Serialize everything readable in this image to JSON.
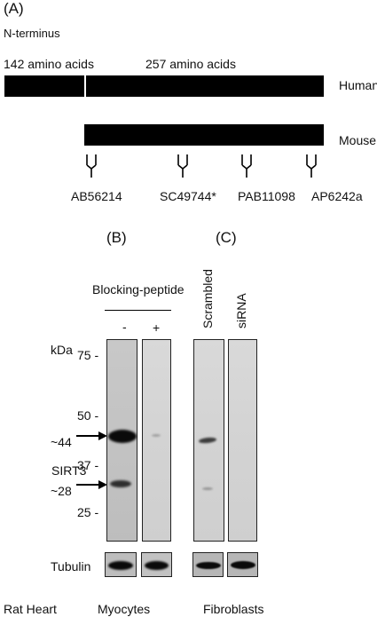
{
  "panel_a": {
    "label": "(A)",
    "n_terminus": "N-terminus",
    "segment_1_length": "142 amino acids",
    "segment_2_length": "257 amino acids",
    "human_label": "Human",
    "mouse_label": "Mouse",
    "antibodies": [
      "AB56214",
      "SC49744*",
      "PAB11098",
      "AP6242a"
    ]
  },
  "panel_b": {
    "label": "(B)",
    "blocking_peptide": "Blocking-peptide",
    "minus": "-",
    "plus": "+",
    "kda": "kDa",
    "markers": [
      "75 -",
      "50 -",
      "37 -",
      "25 -"
    ],
    "band_44": "~44",
    "sirt3": "SIRT3",
    "band_28": "~28",
    "tubulin": "Tubulin",
    "rat_heart": "Rat Heart",
    "myocytes": "Myocytes"
  },
  "panel_c": {
    "label": "(C)",
    "scrambled": "Scrambled",
    "sirna": "siRNA",
    "fibroblasts": "Fibroblasts"
  }
}
